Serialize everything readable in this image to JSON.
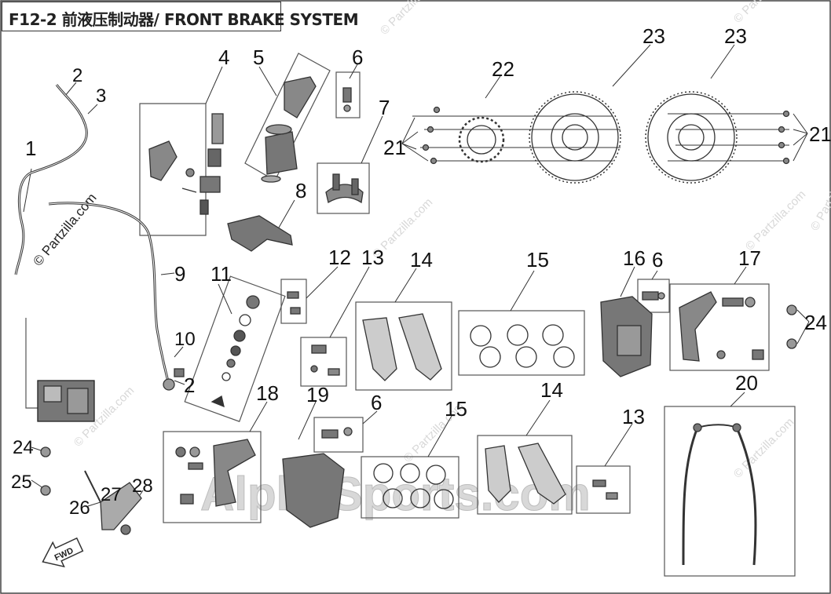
{
  "title": "F12-2 前液压制动器/ FRONT BRAKE SYSTEM",
  "watermarks": {
    "partzilla": "© Partzilla.com",
    "alpha": "AlphaSports.com"
  },
  "callouts": {
    "c1": "1",
    "c2a": "2",
    "c3": "3",
    "c4": "4",
    "c5": "5",
    "c6a": "6",
    "c7": "7",
    "c8": "8",
    "c9": "9",
    "c10": "10",
    "c2b": "2",
    "c11": "11",
    "c12": "12",
    "c13a": "13",
    "c14a": "14",
    "c15a": "15",
    "c16": "16",
    "c6b": "6",
    "c17": "17",
    "c24a": "24",
    "c22": "22",
    "c23a": "23",
    "c23b": "23",
    "c21a": "21",
    "c21b": "21",
    "c18": "18",
    "c19": "19",
    "c6c": "6",
    "c15b": "15",
    "c14b": "14",
    "c13b": "13",
    "c20": "20",
    "c24b": "24",
    "c25": "25",
    "c26": "26",
    "c27": "27",
    "c28": "28"
  },
  "fwd_label": "FWD",
  "colors": {
    "line": "#333333",
    "part": "#4a4a4a",
    "watermark": "#d8d8d8"
  }
}
